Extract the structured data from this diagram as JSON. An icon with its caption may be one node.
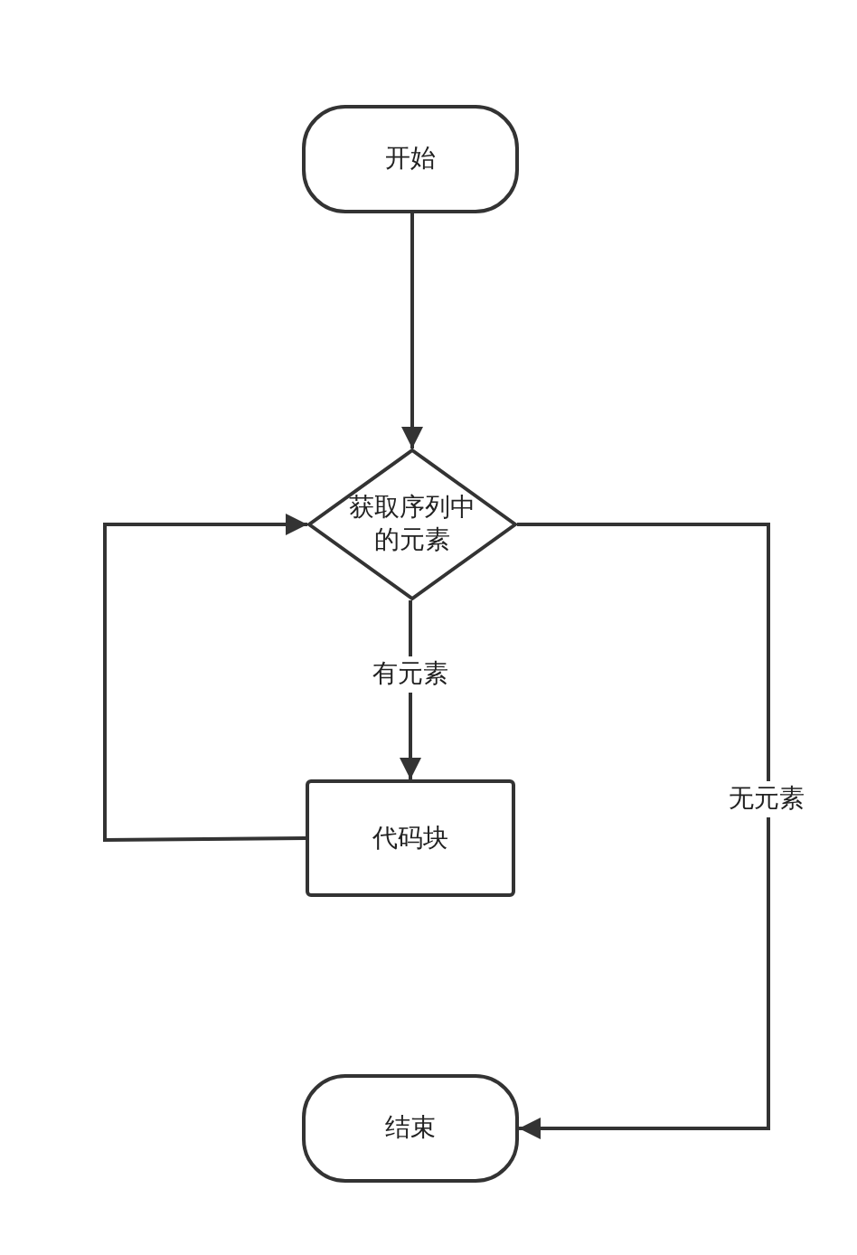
{
  "diagram": {
    "nodes": [
      {
        "text": [
          "开始"
        ]
      },
      {
        "text": [
          "获取序列中的元素"
        ]
      },
      {
        "text": [
          "代码块"
        ]
      },
      {
        "text": [
          "结束"
        ]
      }
    ],
    "edges": [
      {
        "from": 0,
        "to": 1,
        "arrow": "to"
      },
      {
        "from": 1,
        "to": 2,
        "arrow": "to",
        "label": "有元素"
      },
      {
        "from": 2,
        "to": 1,
        "arrow": "to"
      },
      {
        "from": 1,
        "to": 3,
        "arrow": "to",
        "label": "无元素"
      }
    ]
  }
}
